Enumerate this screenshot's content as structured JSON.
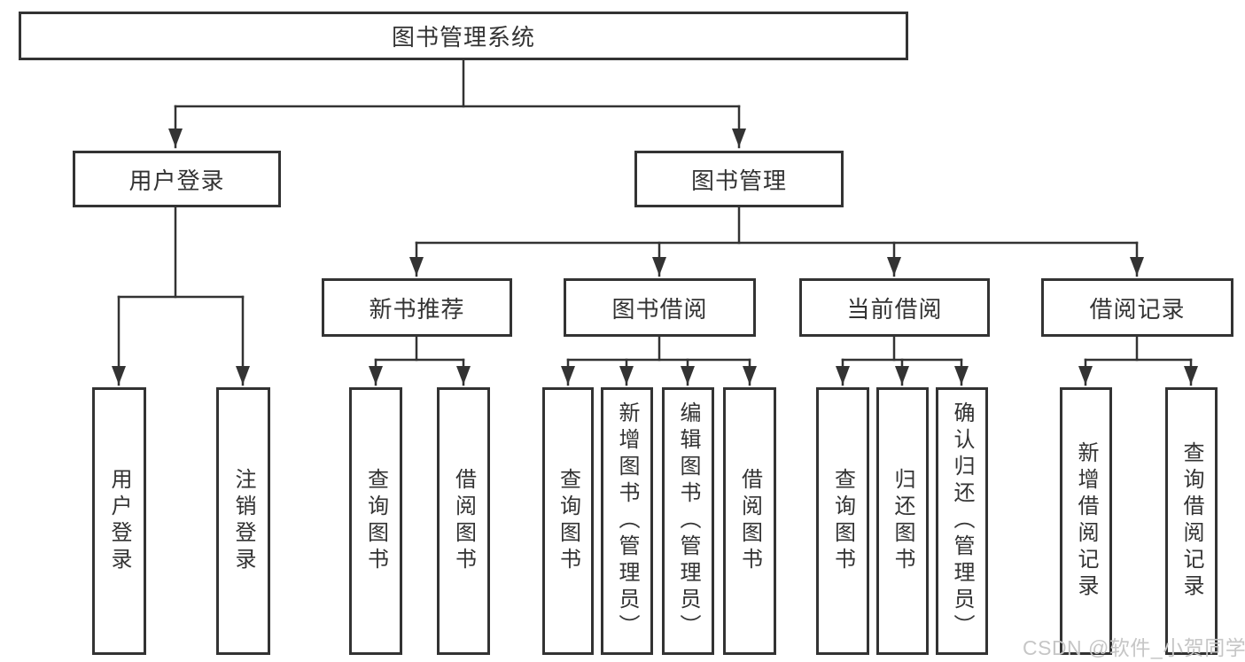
{
  "colors": {
    "line": "#333333",
    "box_border": "#333333",
    "box_fill": "#ffffff",
    "text": "#333333",
    "background": "#ffffff",
    "watermark_text": "#c6c6c6"
  },
  "tree": {
    "root": {
      "label": "图书管理系统"
    },
    "branches": [
      {
        "label": "用户登录",
        "leaves": [
          {
            "label": "用户登录"
          },
          {
            "label": "注销登录"
          }
        ]
      },
      {
        "label": "图书管理",
        "children": [
          {
            "label": "新书推荐",
            "leaves": [
              {
                "label": "查询图书"
              },
              {
                "label": "借阅图书"
              }
            ]
          },
          {
            "label": "图书借阅",
            "leaves": [
              {
                "label": "查询图书"
              },
              {
                "label": "新增图书（管理员）"
              },
              {
                "label": "编辑图书（管理员）"
              },
              {
                "label": "借阅图书"
              }
            ]
          },
          {
            "label": "当前借阅",
            "leaves": [
              {
                "label": "查询图书"
              },
              {
                "label": "归还图书"
              },
              {
                "label": "确认归还（管理员）"
              }
            ]
          },
          {
            "label": "借阅记录",
            "leaves": [
              {
                "label": "新增借阅记录"
              },
              {
                "label": "查询借阅记录"
              }
            ]
          }
        ]
      }
    ]
  },
  "watermark": {
    "text": "CSDN @软件_小贺同学"
  }
}
